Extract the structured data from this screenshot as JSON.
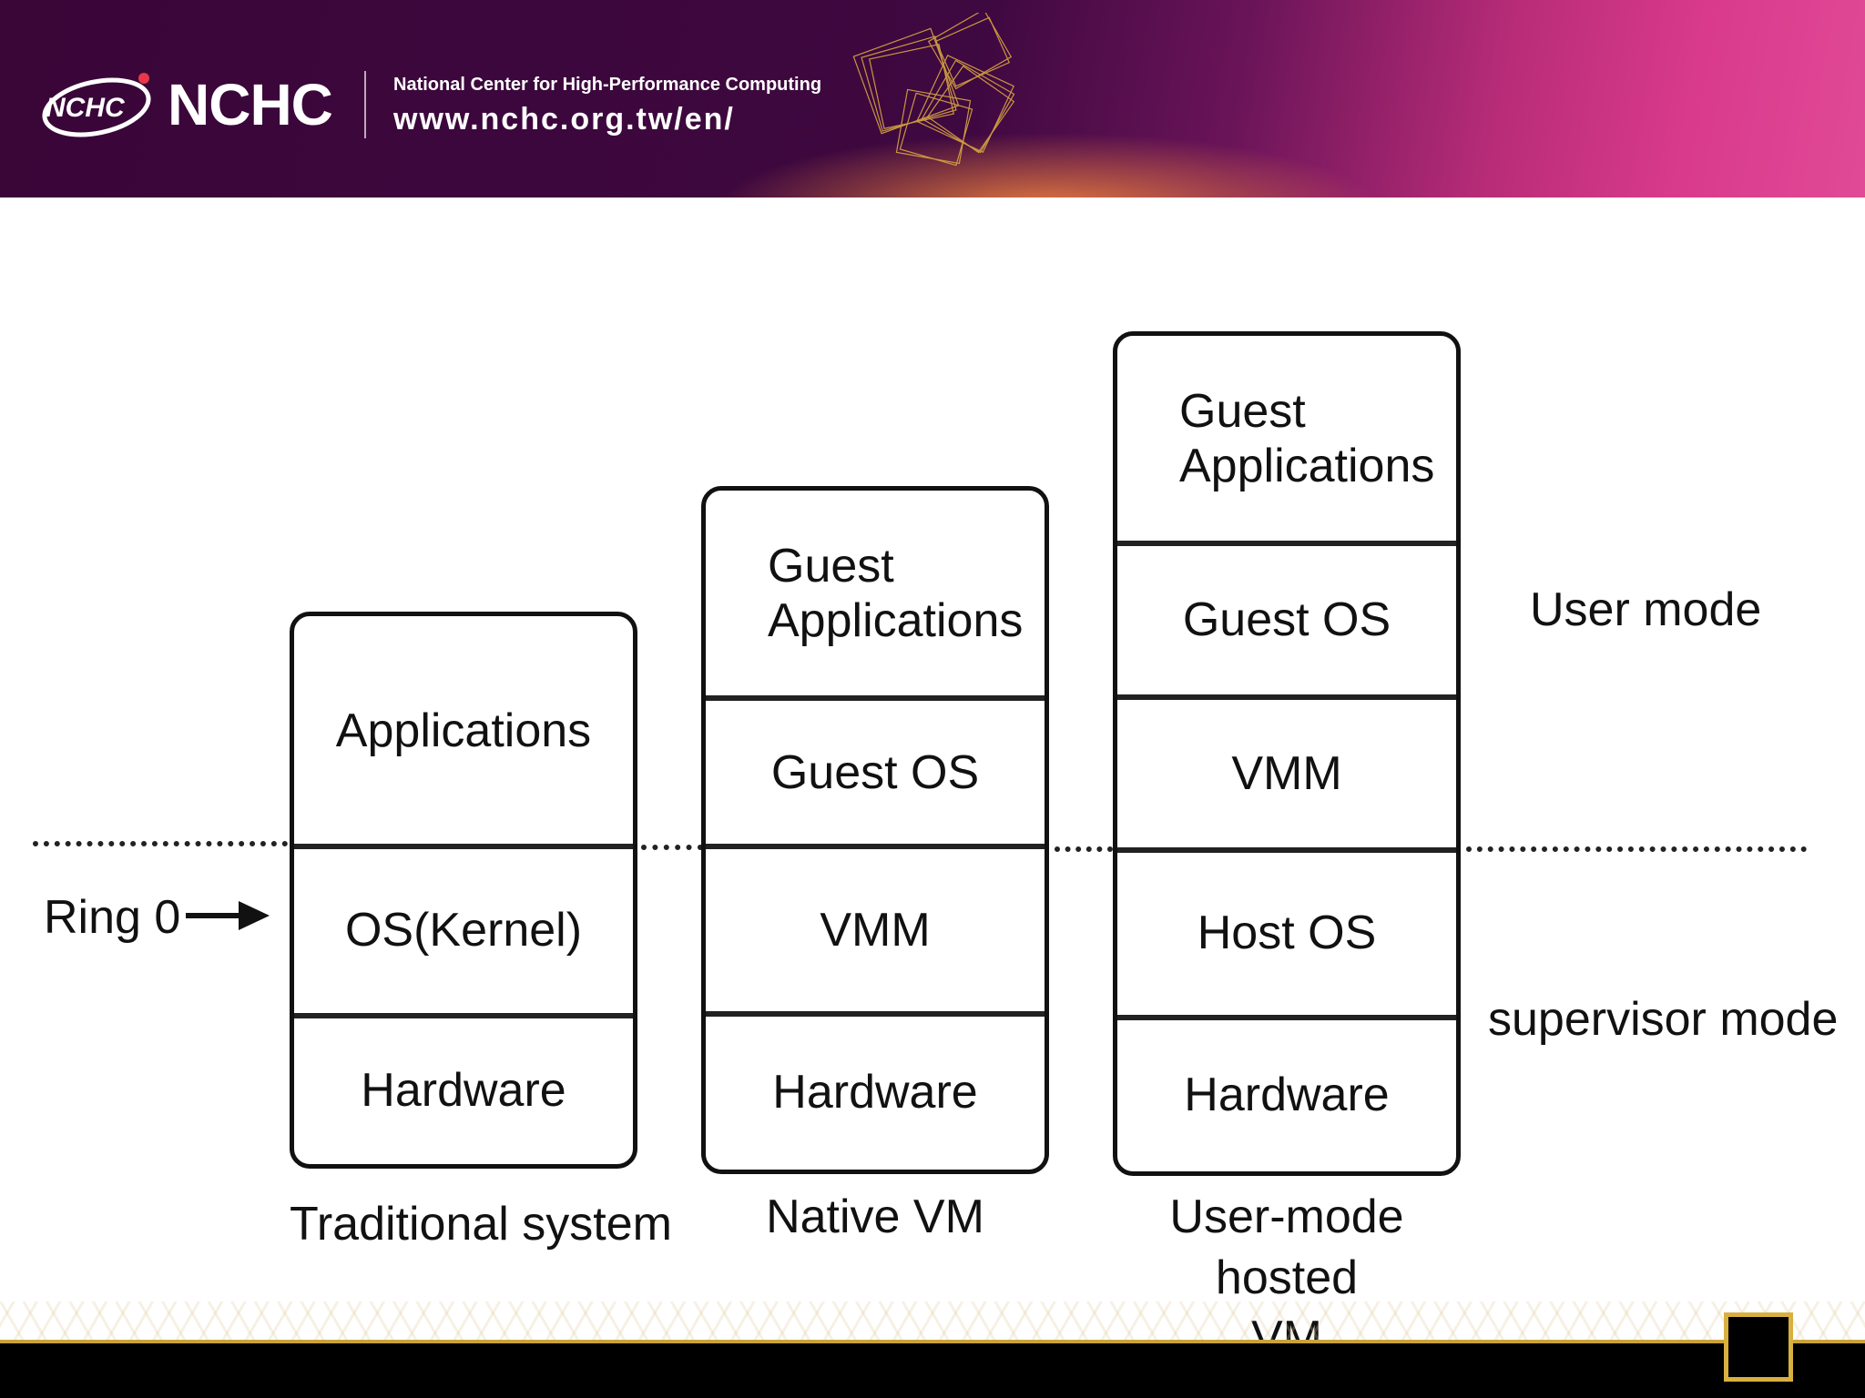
{
  "banner": {
    "logo_text": "NCHC",
    "org_name": "National Center for High-Performance Computing",
    "url": "www.nchc.org.tw/en/"
  },
  "diagram": {
    "ring_label": "Ring 0",
    "modes": {
      "user": "User mode",
      "supervisor": "supervisor mode"
    },
    "stacks": [
      {
        "caption": "Traditional system",
        "layers": [
          "Applications",
          "OS(Kernel)",
          "Hardware"
        ]
      },
      {
        "caption": "Native VM",
        "layers": [
          "Guest\nApplications",
          "Guest OS",
          "VMM",
          "Hardware"
        ]
      },
      {
        "caption": "User-mode hosted\nVM",
        "layers": [
          "Guest\nApplications",
          "Guest OS",
          "VMM",
          "Host OS",
          "Hardware"
        ]
      }
    ]
  },
  "colors": {
    "banner_dark": "#3a0638",
    "banner_accent": "#e04a96",
    "footer_gold": "#c9a23a"
  }
}
